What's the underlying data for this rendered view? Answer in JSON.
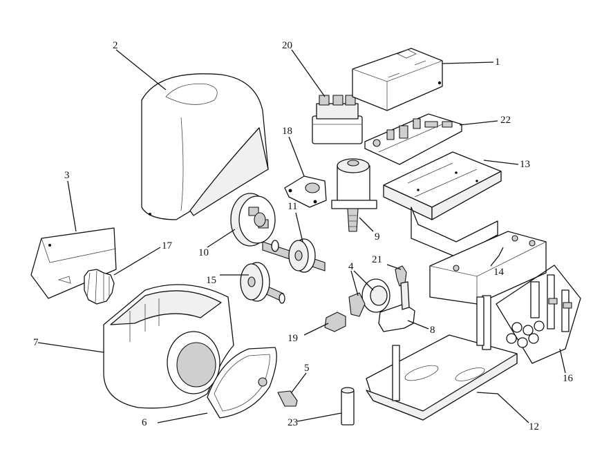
{
  "diagram": {
    "labels": {
      "p1": "1",
      "p2": "2",
      "p3": "3",
      "p4": "4",
      "p5": "5",
      "p6": "6",
      "p7": "7",
      "p8": "8",
      "p9": "9",
      "p10": "10",
      "p11": "11",
      "p12": "12",
      "p13": "13",
      "p14": "14",
      "p15": "15",
      "p16": "16",
      "p17": "17",
      "p18": "18",
      "p19": "19",
      "p20": "20",
      "p21": "21",
      "p22": "22",
      "p23": "23"
    }
  }
}
